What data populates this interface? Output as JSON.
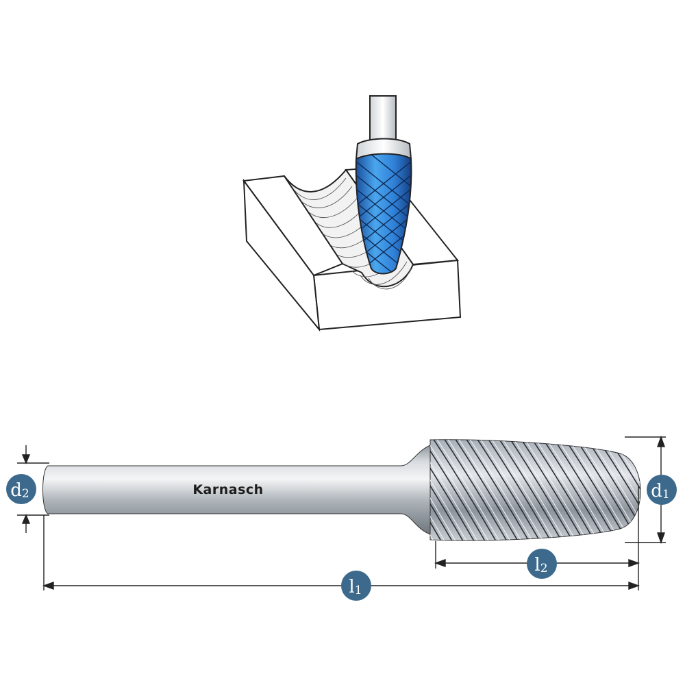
{
  "brand": {
    "name": "Karnasch"
  },
  "colors": {
    "coating_blue": "#2f7fd6",
    "badge_fill": "#3d6a8c",
    "steel": "#b9bfc6",
    "outline": "#222222"
  },
  "icons": {
    "badge": "circle-dimension-badge",
    "arrow": "dimension-arrow"
  },
  "dimensions": {
    "d1": {
      "letter": "d",
      "index": "1"
    },
    "d2": {
      "letter": "d",
      "index": "2"
    },
    "l1": {
      "letter": "l",
      "index": "1"
    },
    "l2": {
      "letter": "l",
      "index": "2"
    }
  }
}
